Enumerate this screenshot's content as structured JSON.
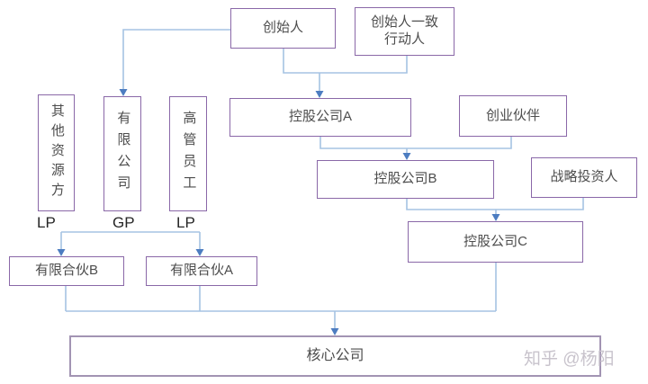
{
  "diagram": {
    "title_semantic": "equity-structure-flowchart",
    "nodes": {
      "founder": "创始人",
      "founder_concert_line1": "创始人一致",
      "founder_concert_line2": "行动人",
      "holding_a": "控股公司A",
      "venture_partners": "创业伙伴",
      "holding_b": "控股公司B",
      "strategic_investors": "战略投资人",
      "holding_c": "控股公司C",
      "other_resources": "其他资源方",
      "limited_company": "有限公司",
      "executives": "高管员工",
      "lp_left": "LP",
      "gp": "GP",
      "lp_right": "LP",
      "limited_partnership_b": "有限合伙B",
      "limited_partnership_a": "有限合伙A",
      "core_company": "核心公司"
    },
    "watermark": "知乎 @杨阳",
    "colors": {
      "box_border": "#8a68a8",
      "core_border": "#a294b3",
      "line": "#a5c3e3",
      "arrow": "#4d7dc1",
      "text": "#4d4d4d",
      "label": "#262626",
      "watermark": "#c8c3cc"
    }
  }
}
